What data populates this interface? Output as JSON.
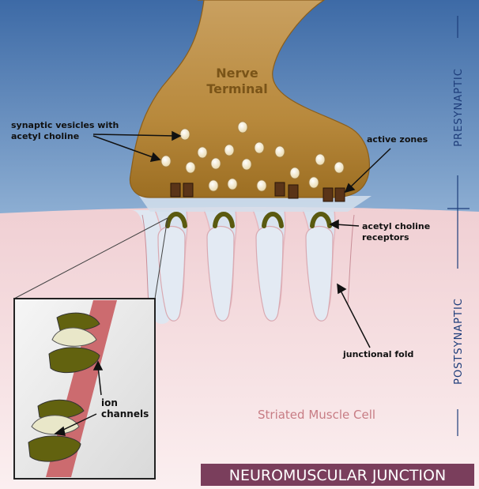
{
  "title": "NEUROMUSCULAR JUNCTION",
  "nerve_terminal": {
    "line1": "Nerve",
    "line2": "Terminal"
  },
  "muscle_cell": "Striated Muscle Cell",
  "side_labels": {
    "presynaptic": "PRESYNAPTIC",
    "postsynaptic": "POSTSYNAPTIC"
  },
  "annotations": {
    "vesicles_line1": "synaptic vesicles with",
    "vesicles_line2": "acetyl choline",
    "active_zones": "active zones",
    "receptors_line1": "acetyl choline",
    "receptors_line2": "receptors",
    "junctional_fold": "junctional fold",
    "ion_line1": "ion",
    "ion_line2": "channels"
  },
  "colors": {
    "terminal": "#b8893c",
    "receptor": "#5a5a10",
    "active_zone": "#5a3418",
    "muscle": "#f2d6d8",
    "sky_top": "#3d6aa6",
    "banner": "#7a3e5c"
  }
}
